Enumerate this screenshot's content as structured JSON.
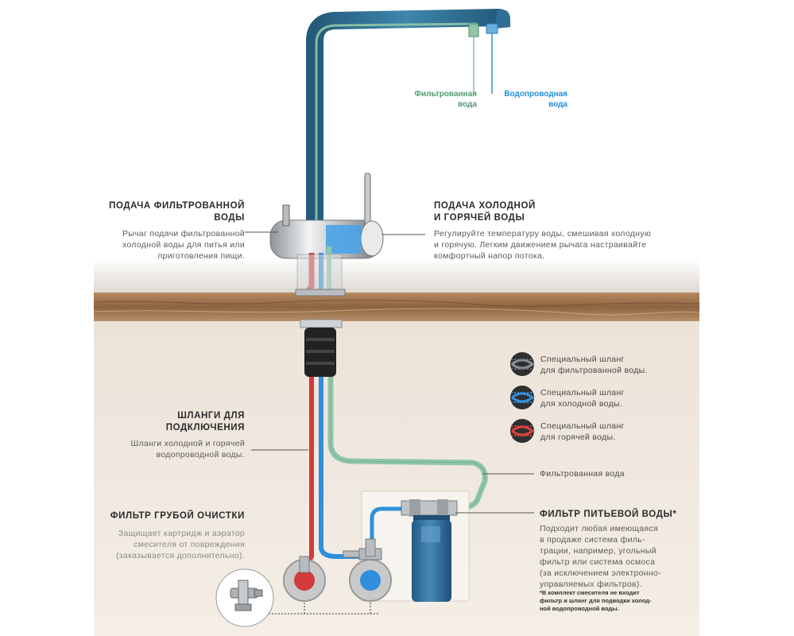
{
  "spout_labels": {
    "filtered": [
      "Фильтрованная",
      "вода"
    ],
    "tap": [
      "Водопроводная",
      "вода"
    ]
  },
  "left_supply": {
    "title": [
      "ПОДАЧА ФИЛЬТРОВАННОЙ",
      "ВОДЫ"
    ],
    "desc": [
      "Рычаг подачи фильтрованной",
      "холодной воды для питья или",
      "приготовления пищи."
    ]
  },
  "right_supply": {
    "title": [
      "ПОДАЧА ХОЛОДНОЙ",
      "И ГОРЯЧЕЙ ВОДЫ"
    ],
    "desc": [
      "Регулируйте температуру воды, смешивая холодную",
      "и горячую. Легким движением рычага настраивайте",
      "комфортный напор потока."
    ]
  },
  "hoses": {
    "title": [
      "ШЛАНГИ ДЛЯ",
      "ПОДКЛЮЧЕНИЯ"
    ],
    "desc": [
      "Шланги холодной и горячей",
      "водопроводной воды."
    ]
  },
  "coarse_filter": {
    "title": "ФИЛЬТР ГРУБОЙ ОЧИСТКИ",
    "desc": [
      "Защищает картридж и аэратор",
      "смесителя от повреждения",
      "(заказывается дополнительно)."
    ]
  },
  "legend": [
    {
      "line1": "Специальный шланг",
      "line2": "для фильтрованной воды.",
      "color": "#6e7274"
    },
    {
      "line1": "Специальный шланг",
      "line2": "для холодной воды.",
      "color": "#3a8fd8"
    },
    {
      "line1": "Специальный шланг",
      "line2": "для горячей воды.",
      "color": "#d8443e"
    }
  ],
  "filtered_water_label": "Фильтрованная вода",
  "drinking_filter": {
    "title": "ФИЛЬТР ПИТЬЕВОЙ ВОДЫ*",
    "desc": [
      "Подходит любая имеющаяся",
      "в продаже система филь-",
      "трации, например, угольный",
      "фильтр или система осмоса",
      "(за исключением электронно-",
      "управляемых фильтров)."
    ]
  },
  "footnote": [
    "*В комплект смесителя не входит",
    "фильтр и шланг для подводки холод-",
    "ной водопроводной воды."
  ],
  "colors": {
    "filtered": "#7fbf9c",
    "cold": "#2f8fdc",
    "hot": "#d23b3b",
    "faucet": "#2f6f93",
    "counter": "#a47a55",
    "cabinet": "#efe6dc",
    "filter_blue": "#2f6fa0"
  }
}
